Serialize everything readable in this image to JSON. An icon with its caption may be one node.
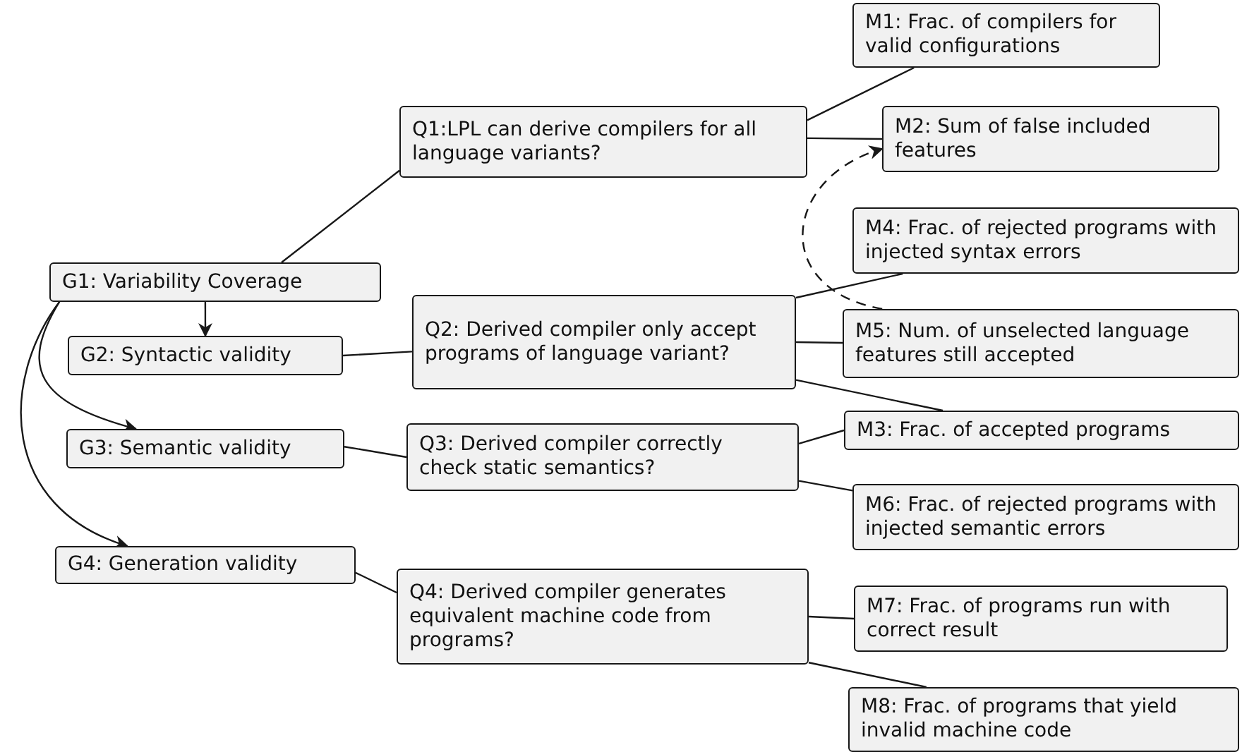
{
  "diagram": {
    "nodes": [
      {
        "text": [
          "G1: Variability Coverage"
        ]
      },
      {
        "text": [
          "G2: Syntactic validity"
        ]
      },
      {
        "text": [
          "G3: Semantic validity"
        ]
      },
      {
        "text": [
          "G4: Generation validity"
        ]
      },
      {
        "text": [
          "Q1:LPL can derive compilers for all language variants?"
        ]
      },
      {
        "text": [
          "Q2: Derived compiler only accept programs of language variant?"
        ]
      },
      {
        "text": [
          "Q3: Derived compiler correctly check static semantics?"
        ]
      },
      {
        "text": [
          "Q4: Derived compiler generates equivalent machine code from programs?"
        ]
      },
      {
        "text": [
          "M1: Frac. of compilers for valid configurations"
        ]
      },
      {
        "text": [
          "M2: Sum of false included features"
        ]
      },
      {
        "text": [
          "M4: Frac. of rejected programs with injected syntax errors"
        ]
      },
      {
        "text": [
          "M5: Num. of unselected language features still accepted"
        ]
      },
      {
        "text": [
          "M3: Frac. of accepted programs"
        ]
      },
      {
        "text": [
          "M6: Frac. of rejected programs with injected semantic errors"
        ]
      },
      {
        "text": [
          "M7: Frac. of programs run with correct result"
        ]
      },
      {
        "text": [
          "M8: Frac. of programs that yield invalid machine code"
        ]
      }
    ],
    "edges": [
      {
        "from": 0,
        "to": 4,
        "arrow": "none"
      },
      {
        "from": 4,
        "to": 8,
        "arrow": "none"
      },
      {
        "from": 4,
        "to": 9,
        "arrow": "none"
      },
      {
        "from": 0,
        "to": 1,
        "arrow": "to"
      },
      {
        "from": 0,
        "to": 2,
        "arrow": "to"
      },
      {
        "from": 0,
        "to": 3,
        "arrow": "to"
      },
      {
        "from": 1,
        "to": 5,
        "arrow": "none"
      },
      {
        "from": 5,
        "to": 10,
        "arrow": "none"
      },
      {
        "from": 5,
        "to": 11,
        "arrow": "none"
      },
      {
        "from": 5,
        "to": 12,
        "arrow": "none"
      },
      {
        "from": 2,
        "to": 6,
        "arrow": "none"
      },
      {
        "from": 6,
        "to": 12,
        "arrow": "none"
      },
      {
        "from": 6,
        "to": 13,
        "arrow": "none"
      },
      {
        "from": 3,
        "to": 7,
        "arrow": "none"
      },
      {
        "from": 7,
        "to": 14,
        "arrow": "none"
      },
      {
        "from": 7,
        "to": 15,
        "arrow": "none"
      },
      {
        "from": 11,
        "to": 9,
        "arrow": "to",
        "style": "dashed"
      }
    ]
  }
}
